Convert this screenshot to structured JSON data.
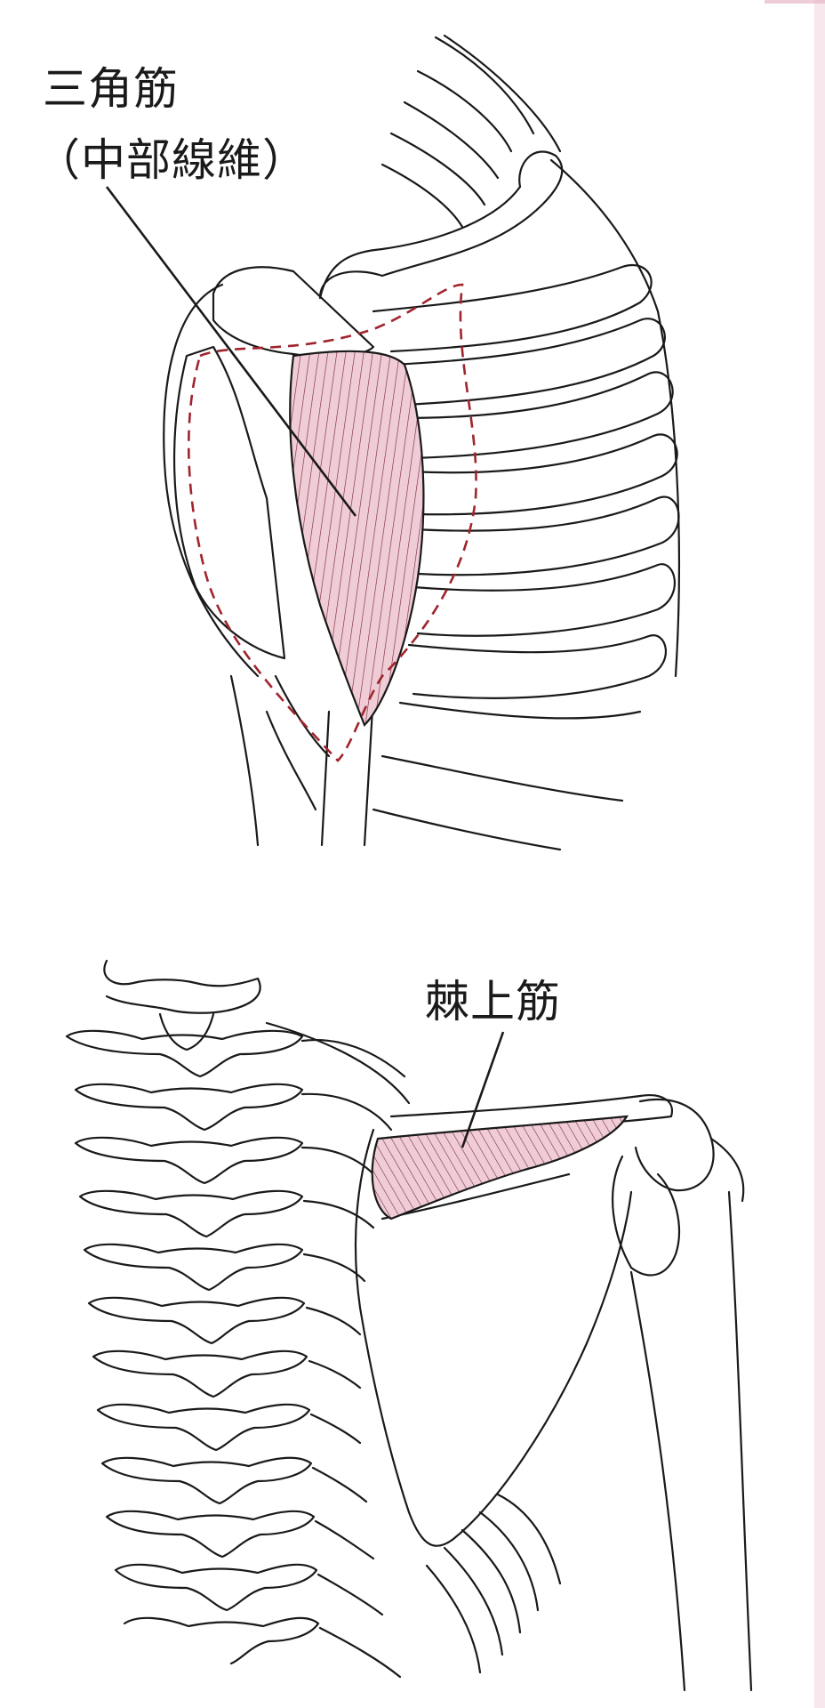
{
  "figures": [
    {
      "muscle_label": "三角筋",
      "muscle_sublabel": "（中部線維）",
      "view": "anterior-shoulder"
    },
    {
      "muscle_label": "棘上筋",
      "view": "posterior-shoulder"
    }
  ],
  "colors": {
    "line": "#1a1a1a",
    "muscle_fill": "#f0cdd6",
    "muscle_stripe": "#7a2d40",
    "dashed_outline": "#a0242d",
    "edge_tint": "#e7b7c7"
  },
  "icons": {
    "deltoid_figure": "deltoid-anatomy-drawing",
    "supraspinatus_figure": "supraspinatus-anatomy-drawing"
  }
}
